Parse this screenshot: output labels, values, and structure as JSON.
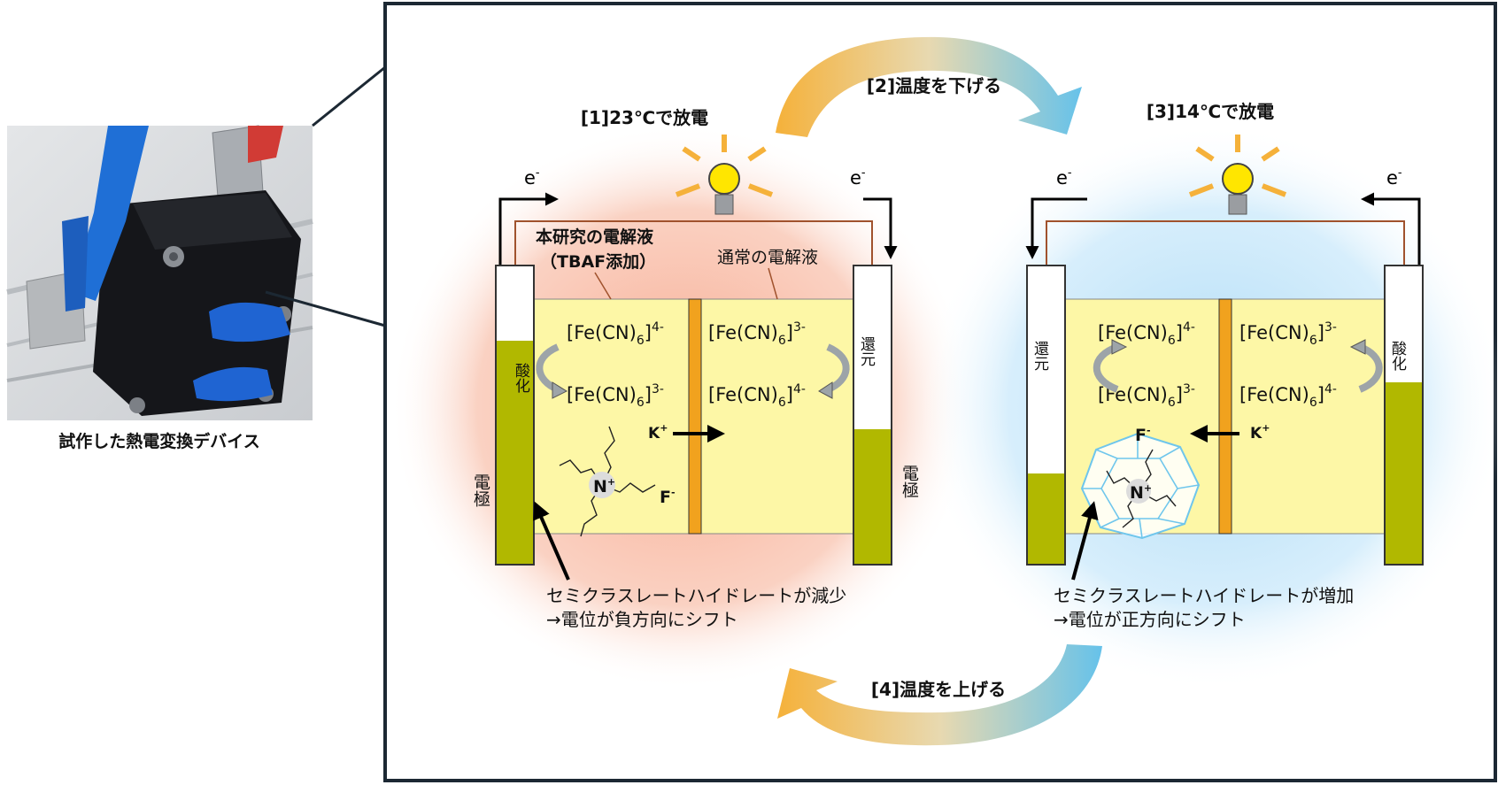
{
  "photo": {
    "caption": "試作した熱電変換デバイス"
  },
  "steps": {
    "step1": "[1]23℃で放電",
    "step2": "[2]温度を下げる",
    "step3": "[3]14℃で放電",
    "step4": "[4]温度を上げる"
  },
  "left_cell": {
    "electron_left": "e",
    "electron_right": "e",
    "electron_sup": "-",
    "research_electrolyte": "本研究の電解液",
    "tbaf_note": "（TBAF添加）",
    "normal_electrolyte": "通常の電解液",
    "left_electrode_process": "酸化",
    "right_electrode_process": "還元",
    "electrode_label": "電極",
    "left_top": {
      "base": "[Fe(CN)",
      "sub": "6",
      "close": "]",
      "sup": "4-"
    },
    "left_bottom": {
      "base": "[Fe(CN)",
      "sub": "6",
      "close": "]",
      "sup": "3-"
    },
    "right_top": {
      "base": "[Fe(CN)",
      "sub": "6",
      "close": "]",
      "sup": "3-"
    },
    "right_bottom": {
      "base": "[Fe(CN)",
      "sub": "6",
      "close": "]",
      "sup": "4-"
    },
    "k_ion": "K",
    "k_sup": "+",
    "n_ion": "N",
    "n_sup": "+",
    "f_ion": "F",
    "f_sup": "-",
    "note_line1": "セミクラスレートハイドレートが減少",
    "note_line2": "→電位が負方向にシフト"
  },
  "right_cell": {
    "electron_left": "e",
    "electron_right": "e",
    "electron_sup": "-",
    "left_electrode_process": "還元",
    "right_electrode_process": "酸化",
    "left_top": {
      "base": "[Fe(CN)",
      "sub": "6",
      "close": "]",
      "sup": "4-"
    },
    "left_bottom": {
      "base": "[Fe(CN)",
      "sub": "6",
      "close": "]",
      "sup": "3-"
    },
    "right_top": {
      "base": "[Fe(CN)",
      "sub": "6",
      "close": "]",
      "sup": "3-"
    },
    "right_bottom": {
      "base": "[Fe(CN)",
      "sub": "6",
      "close": "]",
      "sup": "4-"
    },
    "k_ion": "K",
    "k_sup": "+",
    "n_ion": "N",
    "n_sup": "+",
    "f_ion": "F",
    "f_sup": "-",
    "note_line1": "セミクラスレートハイドレートが増加",
    "note_line2": "→電位が正方向にシフト"
  },
  "colors": {
    "warm": "#f5b13a",
    "cool": "#66c2ea",
    "electrolyte": "#fdf7a6",
    "electrode_fill": "#b1b800",
    "membrane": "#f1a21e",
    "wire": "#a0522d",
    "frame": "#1c2833"
  }
}
